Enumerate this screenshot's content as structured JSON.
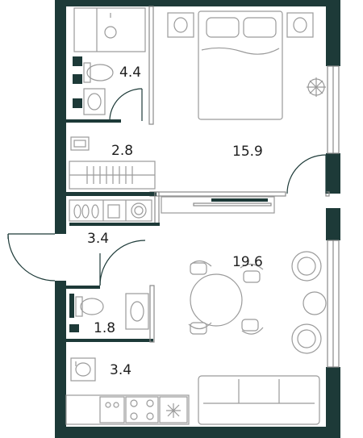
{
  "rooms": [
    {
      "id": "bathroom",
      "area": "4.4"
    },
    {
      "id": "hallway-upper",
      "area": "2.8"
    },
    {
      "id": "bedroom",
      "area": "15.9"
    },
    {
      "id": "hallway-lower",
      "area": "3.4"
    },
    {
      "id": "living-room",
      "area": "19.6"
    },
    {
      "id": "toilet",
      "area": "1.8"
    },
    {
      "id": "kitchen",
      "area": "3.4"
    }
  ],
  "colors": {
    "wall": "#1d3a38",
    "line": "#8a8a8a",
    "text": "#1e1e1e"
  }
}
